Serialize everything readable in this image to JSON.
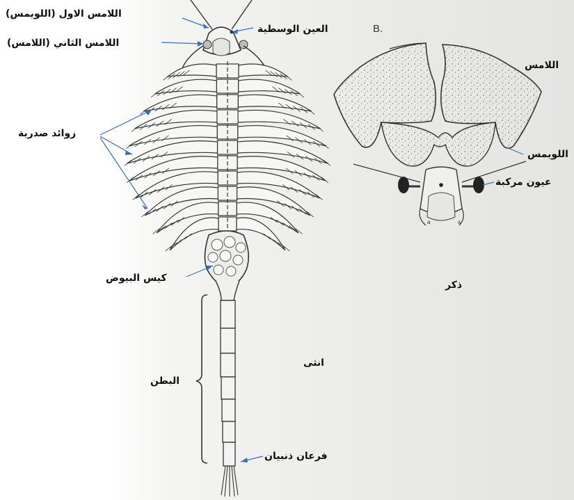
{
  "female": {
    "caption": "انثى",
    "labels": {
      "first_antenna": "اللامس الاول (اللويمس)",
      "median_eye": "العين الوسطية",
      "second_antenna": "اللامس الثاني (اللامس)",
      "thoracic_appendages": "زوائد صدرية",
      "egg_sac": "كيس البيوض",
      "abdomen": "البطن",
      "caudal_furca": "فرعان ذنبيان"
    }
  },
  "male": {
    "panel_letter": "B.",
    "caption": "ذكر",
    "labels": {
      "antenna": "اللامس",
      "antennule": "اللويمس",
      "compound_eyes": "عيون مركبة"
    }
  },
  "colors": {
    "pointer_lines": "#3a6fb5",
    "ink": "#333333"
  }
}
